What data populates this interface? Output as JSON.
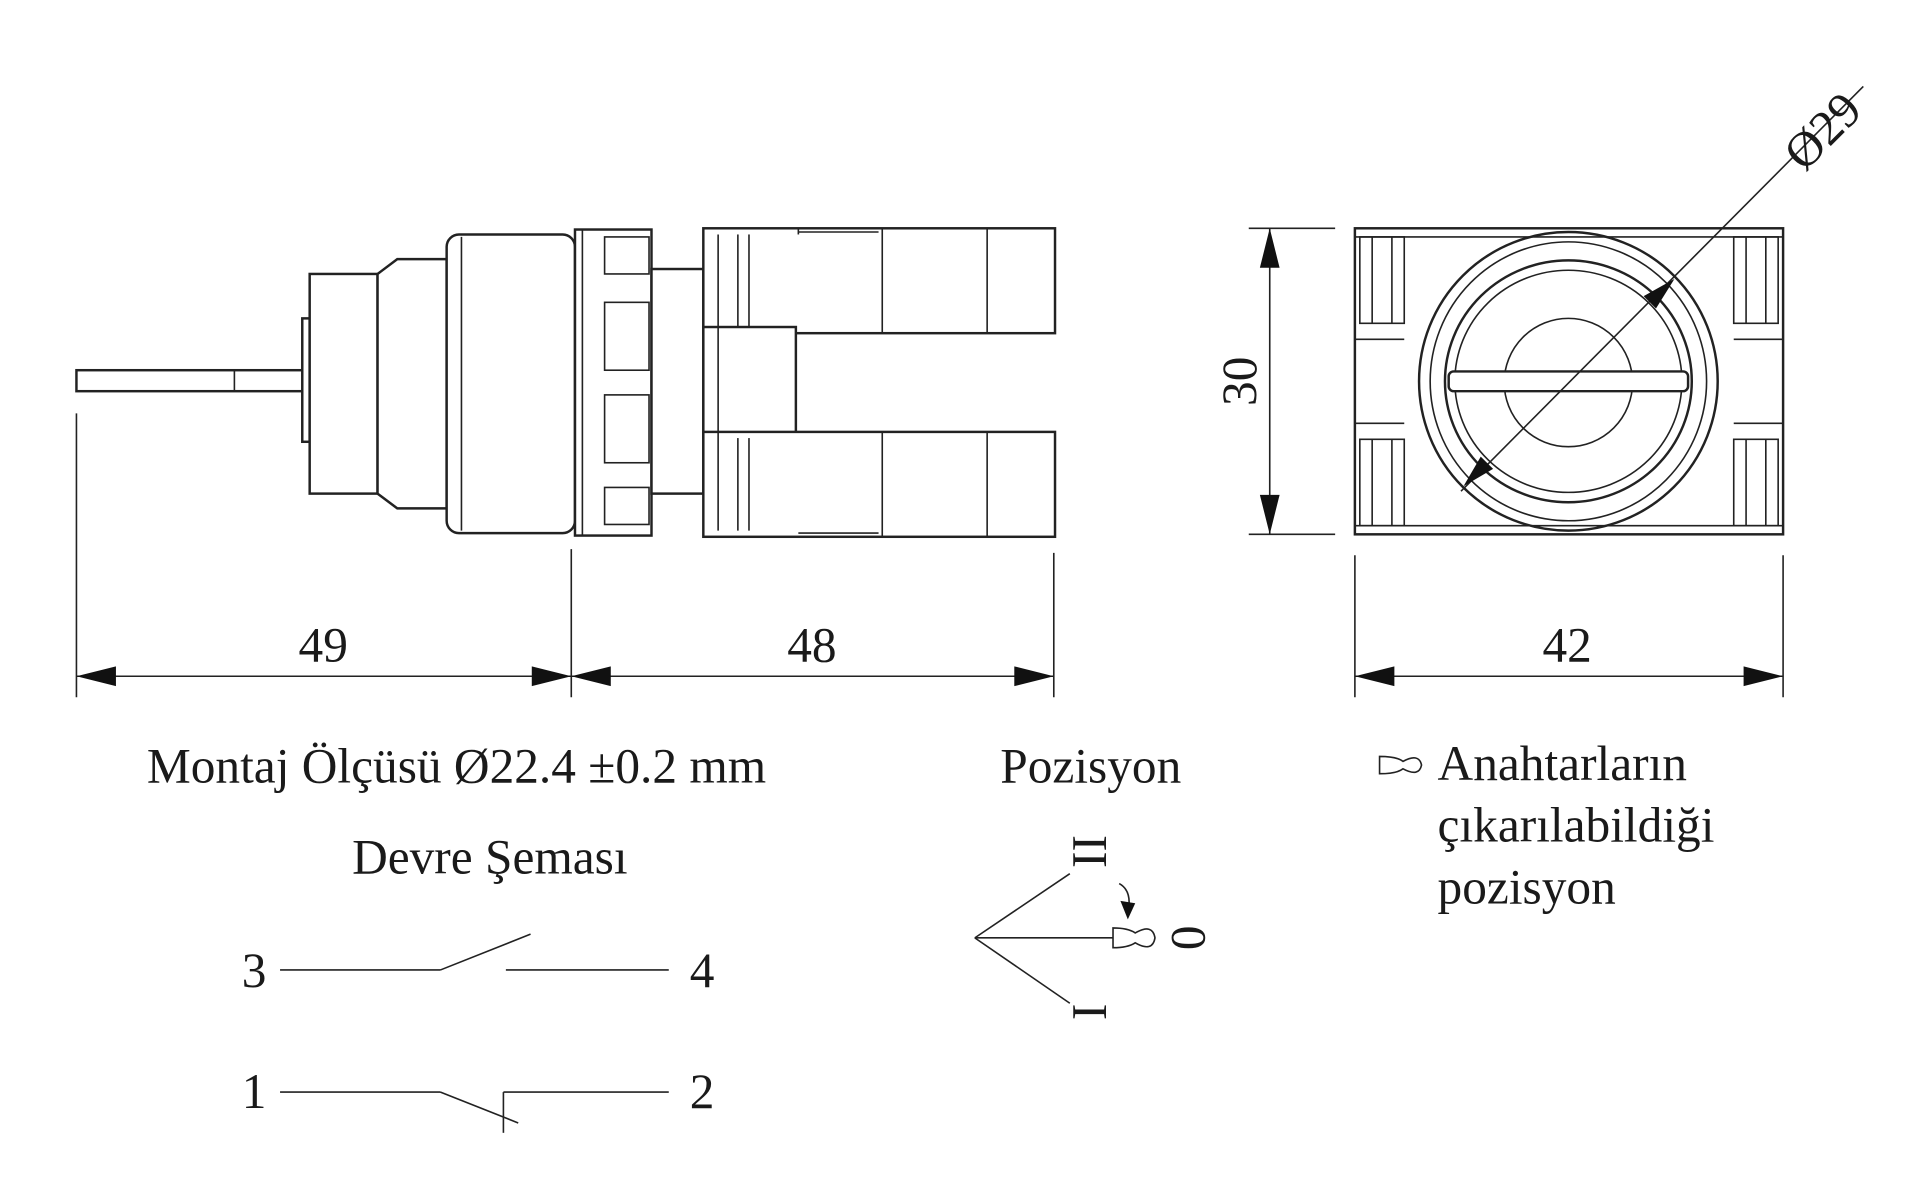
{
  "dimensions": {
    "front_length": "49",
    "body_length": "48",
    "height": "30",
    "width": "42",
    "diameter": "Ø29"
  },
  "mounting_label": "Montaj Ölçüsü Ø22.4 ±0.2 mm",
  "circuit": {
    "title": "Devre Şeması",
    "terminals": [
      "3",
      "4",
      "1",
      "2"
    ]
  },
  "position": {
    "title": "Pozisyon",
    "labels": [
      "II",
      "0",
      "I"
    ]
  },
  "key_note": {
    "lines": [
      "Anahtarların",
      "çıkarılabildiği",
      "pozisyon"
    ]
  }
}
